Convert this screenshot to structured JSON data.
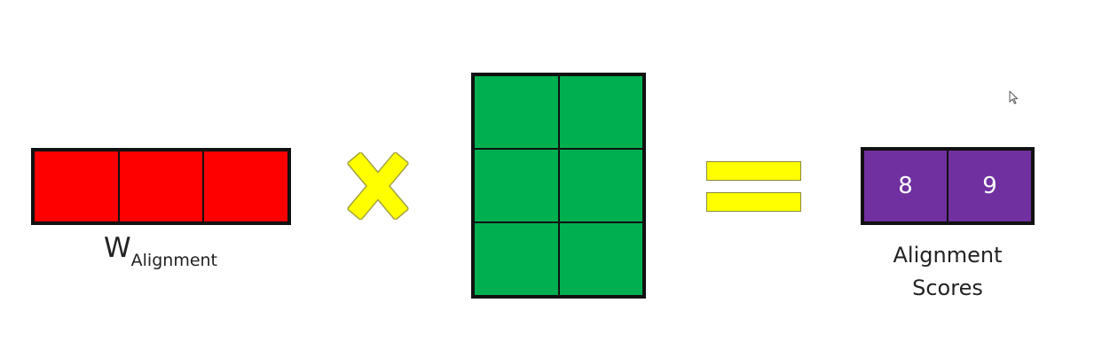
{
  "colors": {
    "w_cell": "#ff0000",
    "v_cell": "#00b050",
    "score_cell": "#7030a0",
    "operator": "#ffff00",
    "border": "#111111"
  },
  "w_matrix": {
    "label_main": "W",
    "label_sub": "Alignment",
    "cells": [
      "",
      "",
      ""
    ]
  },
  "operator": {
    "icon": "multiply-icon"
  },
  "v_matrix": {
    "cells": [
      "",
      "",
      "",
      "",
      "",
      ""
    ]
  },
  "equals": {
    "icon": "equals-icon"
  },
  "scores": {
    "values": [
      "8",
      "9"
    ],
    "label_line1": "Alignment",
    "label_line2": "Scores"
  },
  "cursor": {
    "icon": "cursor-icon"
  }
}
